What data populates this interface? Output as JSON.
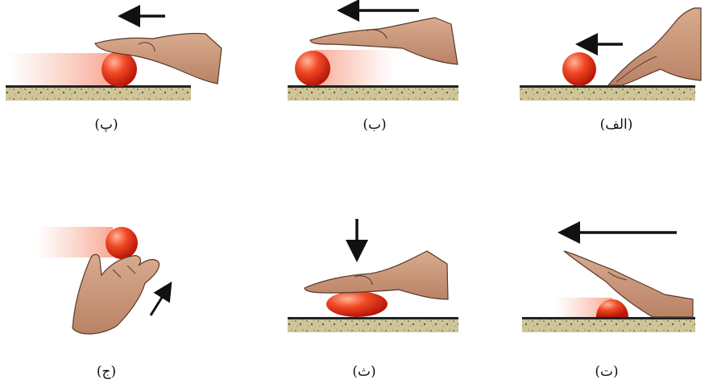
{
  "panels": [
    {
      "id": "alef",
      "label": "(الف)"
    },
    {
      "id": "be",
      "label": "(ب)"
    },
    {
      "id": "pe",
      "label": "(پ)"
    },
    {
      "id": "te",
      "label": "(ت)"
    },
    {
      "id": "se",
      "label": "(ث)"
    },
    {
      "id": "jim",
      "label": "(ج)"
    }
  ],
  "colors": {
    "ball": "#e8301a",
    "ball_highlight": "#ffb59a",
    "hand": "#c8977a",
    "hand_outline": "#5a3a2a",
    "arrow": "#111111",
    "ground": "#c9c08f",
    "ground_line": "#222222",
    "motion_trail": "#f7a58f"
  }
}
